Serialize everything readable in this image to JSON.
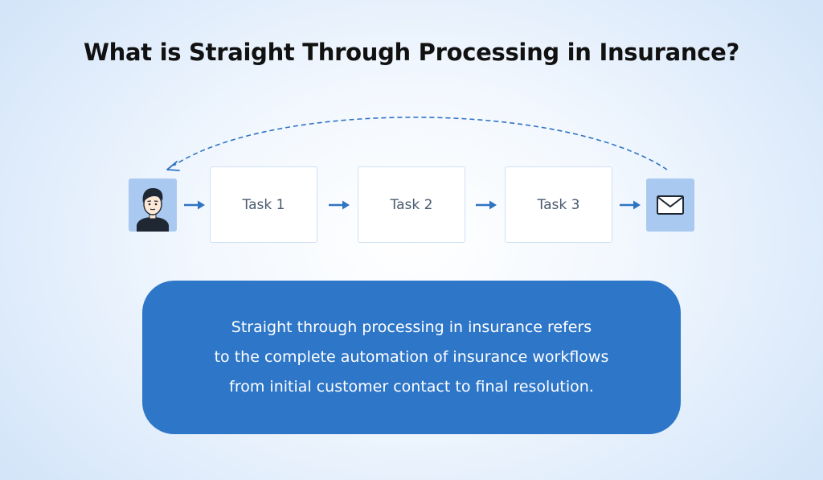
{
  "title": "What is Straight Through Processing in Insurance?",
  "flow": {
    "start_icon": "person-icon",
    "tasks": [
      {
        "label": "Task 1"
      },
      {
        "label": "Task 2"
      },
      {
        "label": "Task 3"
      }
    ],
    "end_icon": "envelope-icon"
  },
  "definition": {
    "lines": [
      "Straight through processing in insurance refers",
      "to the complete automation of insurance workflows",
      "from initial customer contact to final resolution."
    ]
  },
  "colors": {
    "accent": "#2e76c8",
    "icon_box": "#a9c9f0",
    "arrow": "#2f74c2",
    "title": "#111111"
  }
}
